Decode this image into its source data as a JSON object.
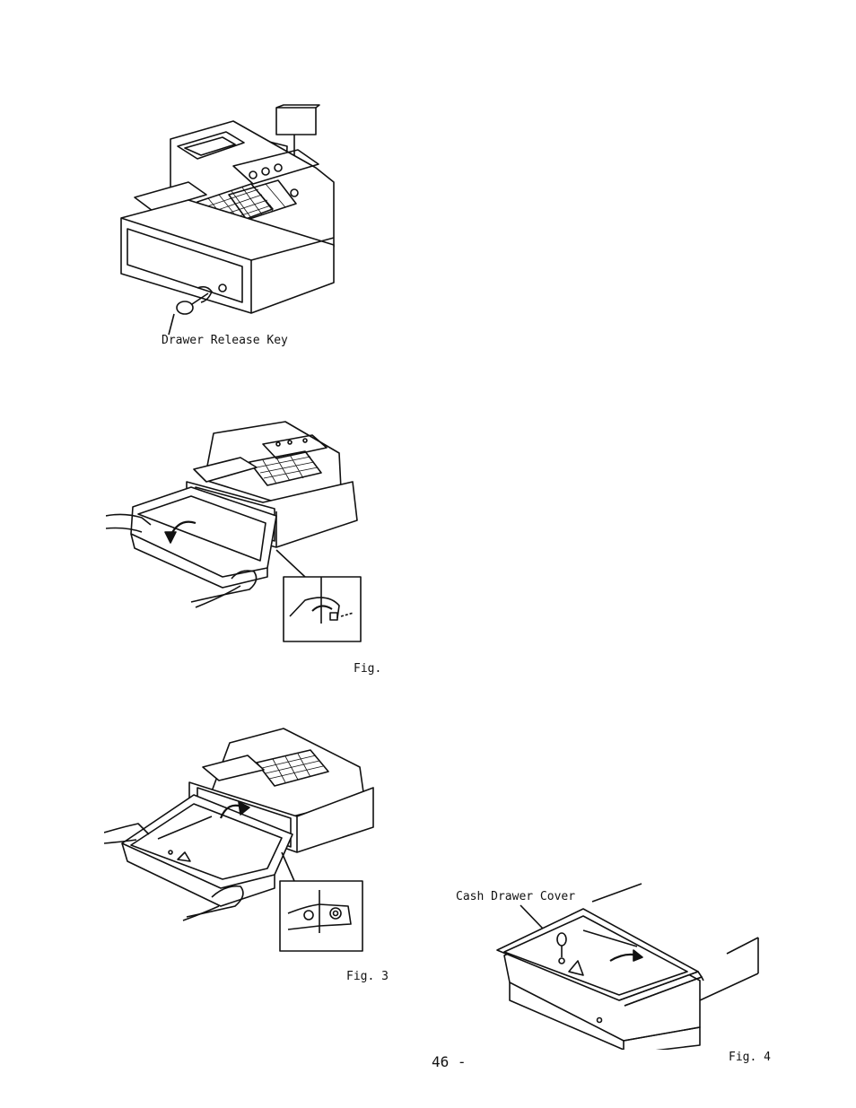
{
  "figures": {
    "fig1": {
      "label": "Drawer Release Key"
    },
    "fig2": {
      "caption": "Fig."
    },
    "fig3": {
      "caption": "Fig. 3"
    },
    "fig4": {
      "label": "Cash Drawer Cover",
      "caption": "Fig. 4"
    }
  },
  "footer": {
    "page_number": "46 -"
  }
}
